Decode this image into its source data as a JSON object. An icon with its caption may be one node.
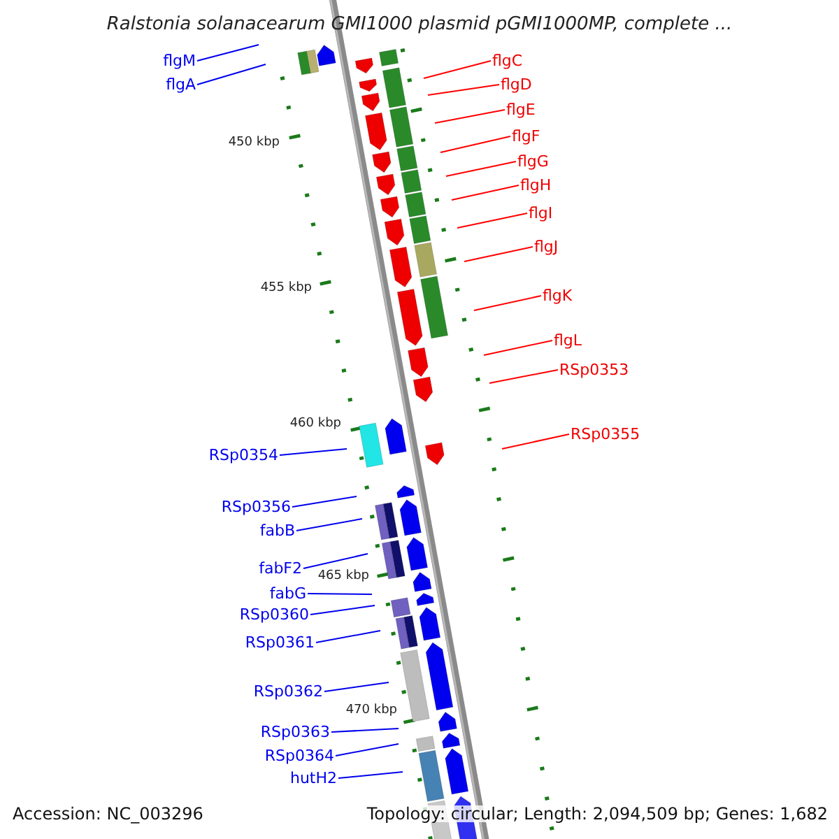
{
  "diagram": {
    "title": "Ralstonia solanacearum GMI1000 plasmid pGMI1000MP, complete ...",
    "nodes": [
      {
        "text": [
          "flgM"
        ]
      },
      {
        "text": [
          "flgC"
        ]
      },
      {
        "text": [
          "flgA"
        ]
      },
      {
        "text": [
          "flgD"
        ]
      },
      {
        "text": [
          "flgE"
        ]
      },
      {
        "text": [
          "flgF"
        ]
      },
      {
        "text": [
          "flgG"
        ]
      },
      {
        "text": [
          "flgH"
        ]
      },
      {
        "text": [
          "flgI"
        ]
      },
      {
        "text": [
          "flgJ"
        ]
      },
      {
        "text": [
          "flgK"
        ]
      },
      {
        "text": [
          "flgL"
        ]
      },
      {
        "text": [
          "RSp0353"
        ]
      },
      {
        "text": [
          "RSp0355"
        ]
      },
      {
        "text": [
          "RSp0354"
        ]
      },
      {
        "text": [
          "RSp0356"
        ]
      },
      {
        "text": [
          "fabB"
        ]
      },
      {
        "text": [
          "fabF2"
        ]
      },
      {
        "text": [
          "fabG"
        ]
      },
      {
        "text": [
          "RSp0360"
        ]
      },
      {
        "text": [
          "RSp0361"
        ]
      },
      {
        "text": [
          "RSp0362"
        ]
      },
      {
        "text": [
          "RSp0363"
        ]
      },
      {
        "text": [
          "RSp0364"
        ]
      },
      {
        "text": [
          "hutH2"
        ]
      }
    ],
    "edges": [
      {
        "from": 0,
        "to": null,
        "arrow": "none"
      },
      {
        "from": 1,
        "to": null,
        "arrow": "none",
        "color": "#ff0000"
      },
      {
        "from": 2,
        "to": null,
        "arrow": "none"
      },
      {
        "from": 3,
        "to": null,
        "arrow": "none",
        "color": "#ff0000"
      },
      {
        "from": 4,
        "to": null,
        "arrow": "none",
        "color": "#ff0000"
      },
      {
        "from": 5,
        "to": null,
        "arrow": "none",
        "color": "#ff0000"
      },
      {
        "from": 6,
        "to": null,
        "arrow": "none",
        "color": "#ff0000"
      },
      {
        "from": 7,
        "to": null,
        "arrow": "none",
        "color": "#ff0000"
      },
      {
        "from": 8,
        "to": null,
        "arrow": "none",
        "color": "#ff0000"
      },
      {
        "from": 9,
        "to": null,
        "arrow": "none",
        "color": "#ff0000"
      },
      {
        "from": 10,
        "to": null,
        "arrow": "none",
        "color": "#ff0000"
      },
      {
        "from": 11,
        "to": null,
        "arrow": "none",
        "color": "#ff0000"
      },
      {
        "from": 12,
        "to": null,
        "arrow": "none",
        "color": "#ff0000"
      },
      {
        "from": 13,
        "to": null,
        "arrow": "none",
        "color": "#ff0000"
      },
      {
        "from": 14,
        "to": null,
        "arrow": "none"
      },
      {
        "from": 15,
        "to": null,
        "arrow": "none"
      },
      {
        "from": 16,
        "to": null,
        "arrow": "none"
      },
      {
        "from": 17,
        "to": null,
        "arrow": "none"
      },
      {
        "from": 18,
        "to": null,
        "arrow": "none"
      },
      {
        "from": 19,
        "to": null,
        "arrow": "none"
      },
      {
        "from": 20,
        "to": null,
        "arrow": "none"
      },
      {
        "from": 21,
        "to": null,
        "arrow": "none"
      },
      {
        "from": 22,
        "to": null,
        "arrow": "none"
      },
      {
        "from": 23,
        "to": null,
        "arrow": "none"
      },
      {
        "from": 24,
        "to": null,
        "arrow": "none"
      }
    ],
    "labels": [
      "450 kbp",
      "455 kbp",
      "460 kbp",
      "465 kbp",
      "470 kbp",
      "Accession: NC_003296",
      "Topology: circular; Length: 2,094,509 bp; Genes: 1,682"
    ]
  }
}
